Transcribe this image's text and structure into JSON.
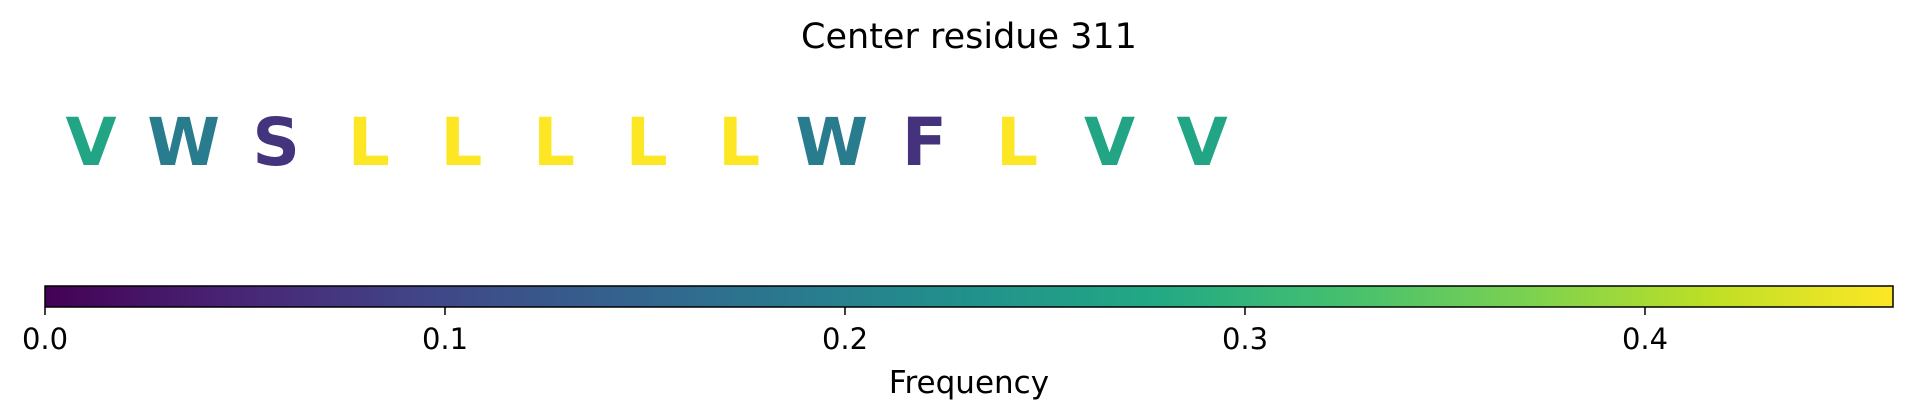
{
  "chart_data": {
    "type": "sequence-colorbar",
    "title": "Center residue 311",
    "colormap": "viridis",
    "colorbar": {
      "label": "Frequency",
      "range": [
        0,
        0.462
      ],
      "ticks": [
        0.0,
        0.1,
        0.2,
        0.3,
        0.4
      ],
      "tick_labels": [
        "0.0",
        "0.1",
        "0.2",
        "0.3",
        "0.4"
      ]
    },
    "residues": [
      {
        "letter": "V",
        "frequency": 0.272
      },
      {
        "letter": "W",
        "frequency": 0.19
      },
      {
        "letter": "S",
        "frequency": 0.07
      },
      {
        "letter": "L",
        "frequency": 0.462
      },
      {
        "letter": "L",
        "frequency": 0.462
      },
      {
        "letter": "L",
        "frequency": 0.462
      },
      {
        "letter": "L",
        "frequency": 0.462
      },
      {
        "letter": "L",
        "frequency": 0.462
      },
      {
        "letter": "W",
        "frequency": 0.19
      },
      {
        "letter": "F",
        "frequency": 0.066
      },
      {
        "letter": "L",
        "frequency": 0.462
      },
      {
        "letter": "V",
        "frequency": 0.272
      },
      {
        "letter": "V",
        "frequency": 0.272
      }
    ],
    "grid": false,
    "legend": "none"
  }
}
